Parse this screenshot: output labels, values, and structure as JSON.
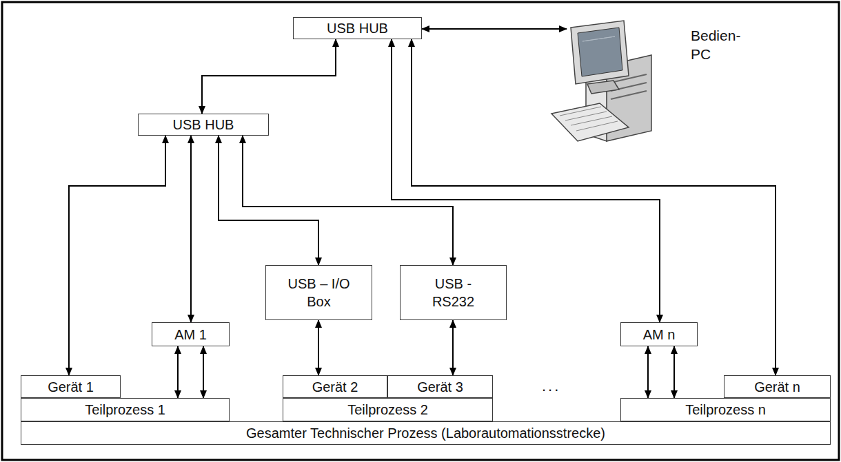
{
  "diagram": {
    "nodes": [
      {
        "text": [
          "USB HUB"
        ]
      },
      {
        "text": [
          "Bedien- PC"
        ]
      },
      {
        "text": [
          "USB HUB"
        ]
      },
      {
        "text": [
          "USB – I/O Box"
        ]
      },
      {
        "text": [
          "USB - RS232"
        ]
      },
      {
        "text": [
          "AM 1"
        ]
      },
      {
        "text": [
          "AM n"
        ]
      },
      {
        "text": [
          "Gerät 1"
        ]
      },
      {
        "text": [
          "Gerät 2"
        ]
      },
      {
        "text": [
          "Gerät 3"
        ]
      },
      {
        "text": [
          "Gerät n"
        ]
      },
      {
        "text": [
          "Teilprozess 1"
        ]
      },
      {
        "text": [
          "Teilprozess 2"
        ]
      },
      {
        "text": [
          "Teilprozess n"
        ]
      },
      {
        "text": [
          "Gesamter Technischer Prozess (Laborautomationsstrecke)"
        ]
      }
    ],
    "edges": [
      {
        "from": 0,
        "to": 1,
        "arrow": "both"
      },
      {
        "from": 0,
        "to": 2,
        "arrow": "both"
      },
      {
        "from": 0,
        "to": 6,
        "arrow": "both"
      },
      {
        "from": 0,
        "to": 10,
        "arrow": "both"
      },
      {
        "from": 2,
        "to": 7,
        "arrow": "both"
      },
      {
        "from": 2,
        "to": 5,
        "arrow": "both"
      },
      {
        "from": 2,
        "to": 3,
        "arrow": "both"
      },
      {
        "from": 2,
        "to": 4,
        "arrow": "both"
      },
      {
        "from": 5,
        "to": 11,
        "arrow": "both"
      },
      {
        "from": 5,
        "to": 11,
        "arrow": "both"
      },
      {
        "from": 3,
        "to": 8,
        "arrow": "both"
      },
      {
        "from": 4,
        "to": 9,
        "arrow": "both"
      },
      {
        "from": 6,
        "to": 13,
        "arrow": "both"
      },
      {
        "from": 6,
        "to": 13,
        "arrow": "both"
      }
    ],
    "labels": [
      "..."
    ]
  }
}
